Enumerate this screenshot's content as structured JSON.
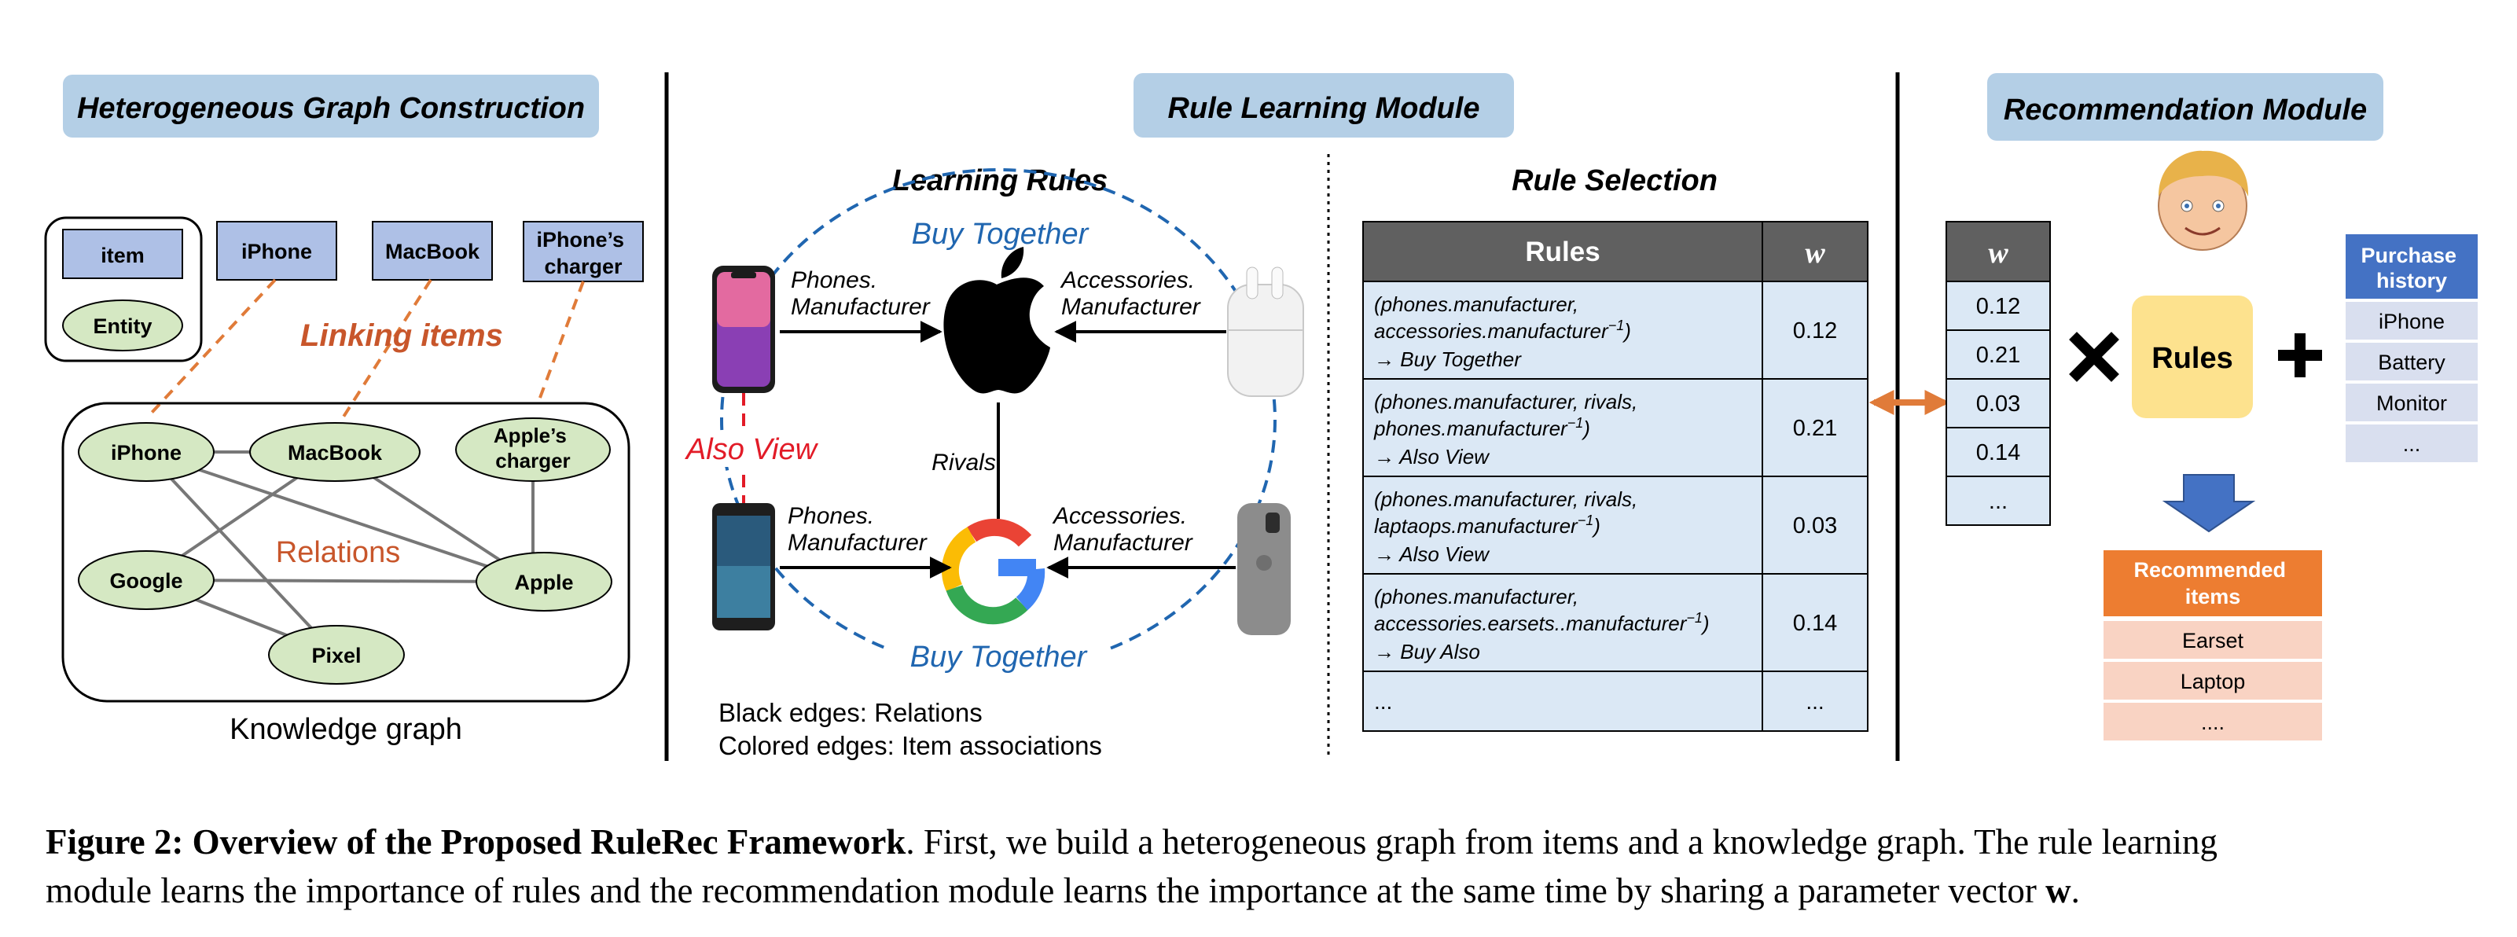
{
  "sections": {
    "left_title": "Heterogeneous Graph Construction",
    "middle_title": "Rule Learning Module",
    "right_title": "Recommendation Module"
  },
  "graph_construction": {
    "legend": {
      "item": "item",
      "entity": "Entity"
    },
    "items": [
      "iPhone",
      "MacBook",
      "iPhone’s charger"
    ],
    "linking_label": "Linking items",
    "kg_nodes": [
      "iPhone",
      "MacBook",
      "Apple’s charger",
      "Google",
      "Apple",
      "Pixel"
    ],
    "relations_label": "Relations",
    "kg_label": "Knowledge graph"
  },
  "learning_rules": {
    "title": "Learning Rules",
    "buy_together_top": "Buy Together",
    "buy_together_bottom": "Buy Together",
    "also_view": "Also View",
    "rivals": "Rivals",
    "phones_manufacturer": "Phones. Manufacturer",
    "accessories_manufacturer": "Accessories. Manufacturer",
    "legend_black": "Black edges: Relations",
    "legend_colored": "Colored edges: Item associations"
  },
  "rule_selection": {
    "title": "Rule Selection",
    "header_rules": "Rules",
    "header_w": "w",
    "rows": [
      {
        "l1": "(phones.manufacturer,",
        "l2": "accessories.manufacturer",
        "sup": "−1",
        "l2end": ")",
        "l3": "→ Buy Together",
        "w": "0.12"
      },
      {
        "l1": "(phones.manufacturer, rivals,",
        "l2": "phones.manufacturer",
        "sup": "−1",
        "l2end": ")",
        "l3": "→ Also View",
        "w": "0.21"
      },
      {
        "l1": "(phones.manufacturer, rivals,",
        "l2": "laptaops.manufacturer",
        "sup": "−1",
        "l2end": ")",
        "l3": "→ Also View",
        "w": "0.03"
      },
      {
        "l1": "(phones.manufacturer,",
        "l2": "accessories.earsets..manufacturer",
        "sup": "−1",
        "l2end": ")",
        "l3": "→ Buy Also",
        "w": "0.14"
      }
    ],
    "ellipsis_rule": "...",
    "ellipsis_w": "..."
  },
  "recommendation": {
    "w_header": "w",
    "w_values": [
      "0.12",
      "0.21",
      "0.03",
      "0.14",
      "..."
    ],
    "rules_label": "Rules",
    "purchase_history_title": "Purchase history",
    "purchase_history": [
      "iPhone",
      "Battery",
      "Monitor",
      "..."
    ],
    "recommended_title": "Recommended items",
    "recommended": [
      "Earset",
      "Laptop",
      "...."
    ]
  },
  "caption": {
    "label": "Figure 2: Overview of the Proposed RuleRec Framework",
    "text1": ". First, we build a heterogeneous graph from items and a knowledge graph. The rule learning",
    "text2": "module learns the importance of rules and the recommendation module learns the importance at the same time by sharing a parameter vector ",
    "vector": "w",
    "end": "."
  },
  "colors": {
    "title_box": "#b4cfe6",
    "item_node": "#aec0e6",
    "entity_node": "#d5e8c3",
    "linking": "#e07b39",
    "also_view": "#e21b27",
    "buy_together": "#2066b0",
    "table_header": "#606060",
    "table_cell": "#dbe8f5",
    "rules_box": "#fde28e",
    "purchase_header": "#4472c4",
    "purchase_cell": "#d9dfef",
    "recommended_header": "#ed7d31",
    "recommended_cell": "#f9d3c3"
  }
}
